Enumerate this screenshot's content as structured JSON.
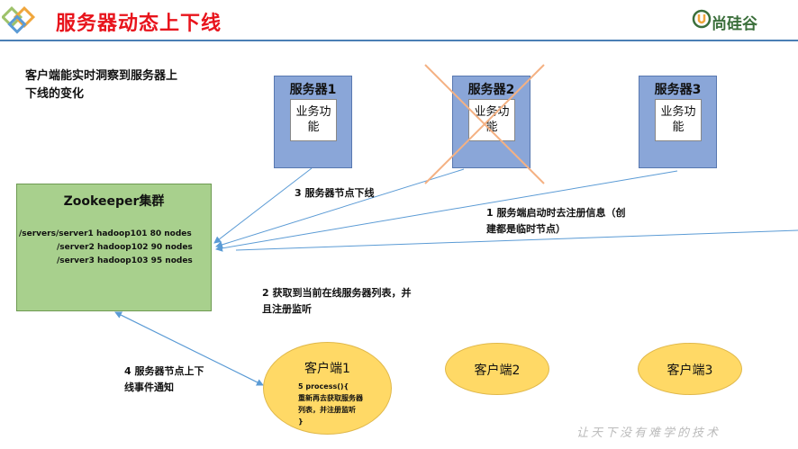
{
  "header": {
    "title": "服务器动态上下线",
    "logo_text": "尚硅谷"
  },
  "intro": "客户端能实时洞察到服务器上下线的变化",
  "servers": [
    {
      "title": "服务器1",
      "inner": "业务功能"
    },
    {
      "title": "服务器2",
      "inner": "业务功能"
    },
    {
      "title": "服务器3",
      "inner": "业务功能"
    }
  ],
  "zookeeper": {
    "title": "Zookeeper集群",
    "rows": [
      "/servers/server1  hadoop101  80 nodes",
      "/server2 hadoop102  90 nodes",
      "/server3  hadoop103   95 nodes"
    ]
  },
  "labels": {
    "step1": "1  服务端启动时去注册信息（创建都是临时节点）",
    "step2": "2  获取到当前在线服务器列表，并且注册监听",
    "step3": "3 服务器节点下线",
    "step4": "4  服务器节点上下线事件通知"
  },
  "clients": [
    {
      "title": "客户端1",
      "code": [
        "5 process(){",
        "重新再去获取服务器",
        "列表，并注册监听",
        "}"
      ]
    },
    {
      "title": "客户端2"
    },
    {
      "title": "客户端3"
    }
  ],
  "slogan": "让天下没有难学的技术",
  "colors": {
    "title": "#e8141c",
    "server": "#8aa6d8",
    "zookeeper": "#a8d08d",
    "client": "#ffd966",
    "arrow": "#5b9bd5",
    "cross": "#f4b183"
  }
}
